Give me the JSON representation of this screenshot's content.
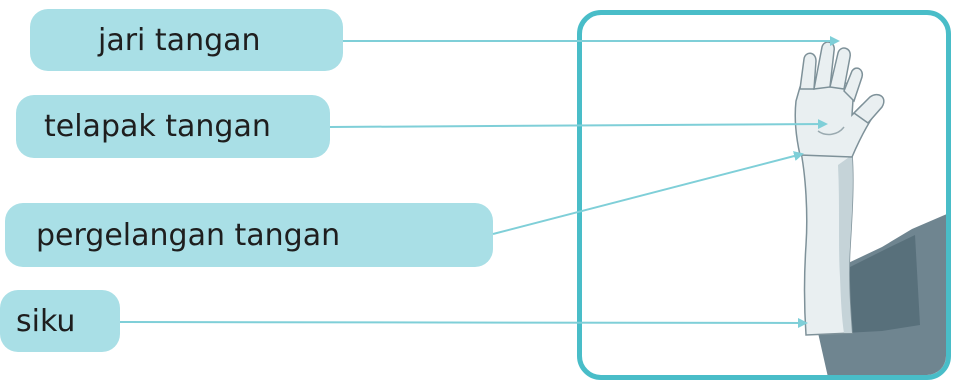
{
  "labels": {
    "jari_tangan": "jari tangan",
    "telapak_tangan": "telapak tangan",
    "pergelangan_tangan": "pergelangan tangan",
    "siku": "siku"
  },
  "colors": {
    "pill_fill": "#a9dfe6",
    "frame_border": "#49bdc8",
    "arrow": "#7fcfd8",
    "skin_light": "#e9eff1",
    "skin_shade": "#b9c8cd",
    "sleeve": "#6f8590"
  },
  "illustration": "raised-arm-hand"
}
